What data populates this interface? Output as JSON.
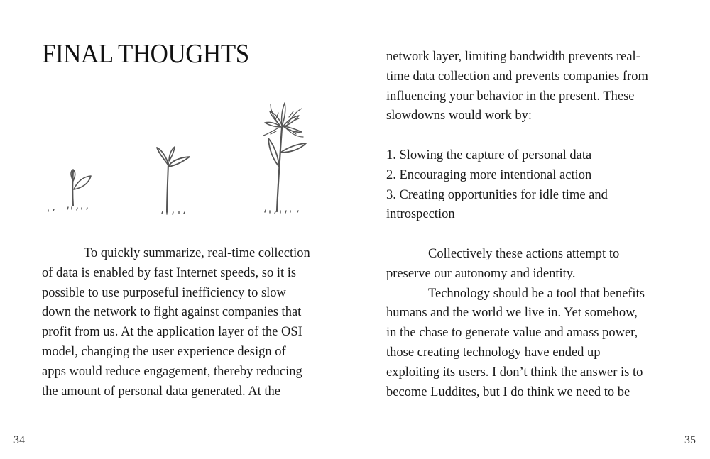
{
  "left_page": {
    "title": "FINAL THOUGHTS",
    "illustration": {
      "description_icon": "sprouts-growing-to-flower-illustration"
    },
    "paragraph_1_lines": [
      "To quickly summarize, real-time collection",
      "of data is enabled by fast Internet speeds, so it is",
      "possible to use purposeful inefficiency to slow",
      "down the network to fight against companies that",
      "profit from us. At the application layer of the OSI",
      "model, changing the user experience design of",
      "apps would reduce engagement, thereby reducing",
      "the amount of personal data generated. At the"
    ],
    "page_number": "34"
  },
  "right_page": {
    "intro_lines": [
      "network layer, limiting bandwidth prevents real-",
      "time data collection and prevents companies from",
      "influencing your behavior in the present. These",
      "slowdowns would work by:"
    ],
    "list_lines": [
      "1. Slowing the capture of personal data",
      "2. Encouraging more intentional action",
      "3. Creating opportunities for idle time and",
      "introspection"
    ],
    "paragraph_2_lines": [
      "Collectively these actions attempt to",
      "preserve our autonomy and identity."
    ],
    "paragraph_3_lines": [
      "Technology should be a tool that benefits",
      "humans and the world we live in. Yet somehow,",
      "in the chase to generate value and amass power,",
      "those creating technology have ended up",
      "exploiting its users. I don’t think the answer is to",
      "become Luddites, but I do think we need to be"
    ],
    "page_number": "35"
  }
}
